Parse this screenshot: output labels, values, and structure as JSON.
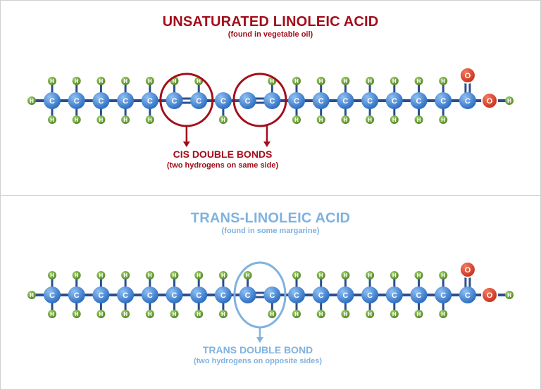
{
  "top": {
    "title": "UNSATURATED LINOLEIC ACID",
    "subtitle": "(found in vegetable oil)",
    "bond_label": "CIS DOUBLE BONDS",
    "bond_sublabel": "(two hydrogens on same side)",
    "double_bonds": [
      [
        5,
        6
      ],
      [
        8,
        9
      ]
    ],
    "missing_bottom_h": [
      5,
      6,
      8,
      9
    ],
    "missing_top_h": [
      7,
      8
    ]
  },
  "bottom": {
    "title": "TRANS-LINOLEIC ACID",
    "subtitle": "(found in some margarine)",
    "bond_label": "TRANS DOUBLE BOND",
    "bond_sublabel": "(two hydrogens on opposite sides)",
    "double_bonds": [
      [
        8,
        9
      ]
    ],
    "missing_bottom_h": [
      8
    ],
    "missing_top_h": [
      9
    ]
  },
  "atoms": {
    "carbon": "C",
    "hydrogen": "H",
    "oxygen": "O"
  },
  "colors": {
    "cis": "#a30d1a",
    "trans": "#7fb2e0",
    "carbon": "#2f6fc2",
    "hydrogen": "#5a8a2c",
    "oxygen": "#c8321e",
    "bond": "#2a4f8f"
  }
}
